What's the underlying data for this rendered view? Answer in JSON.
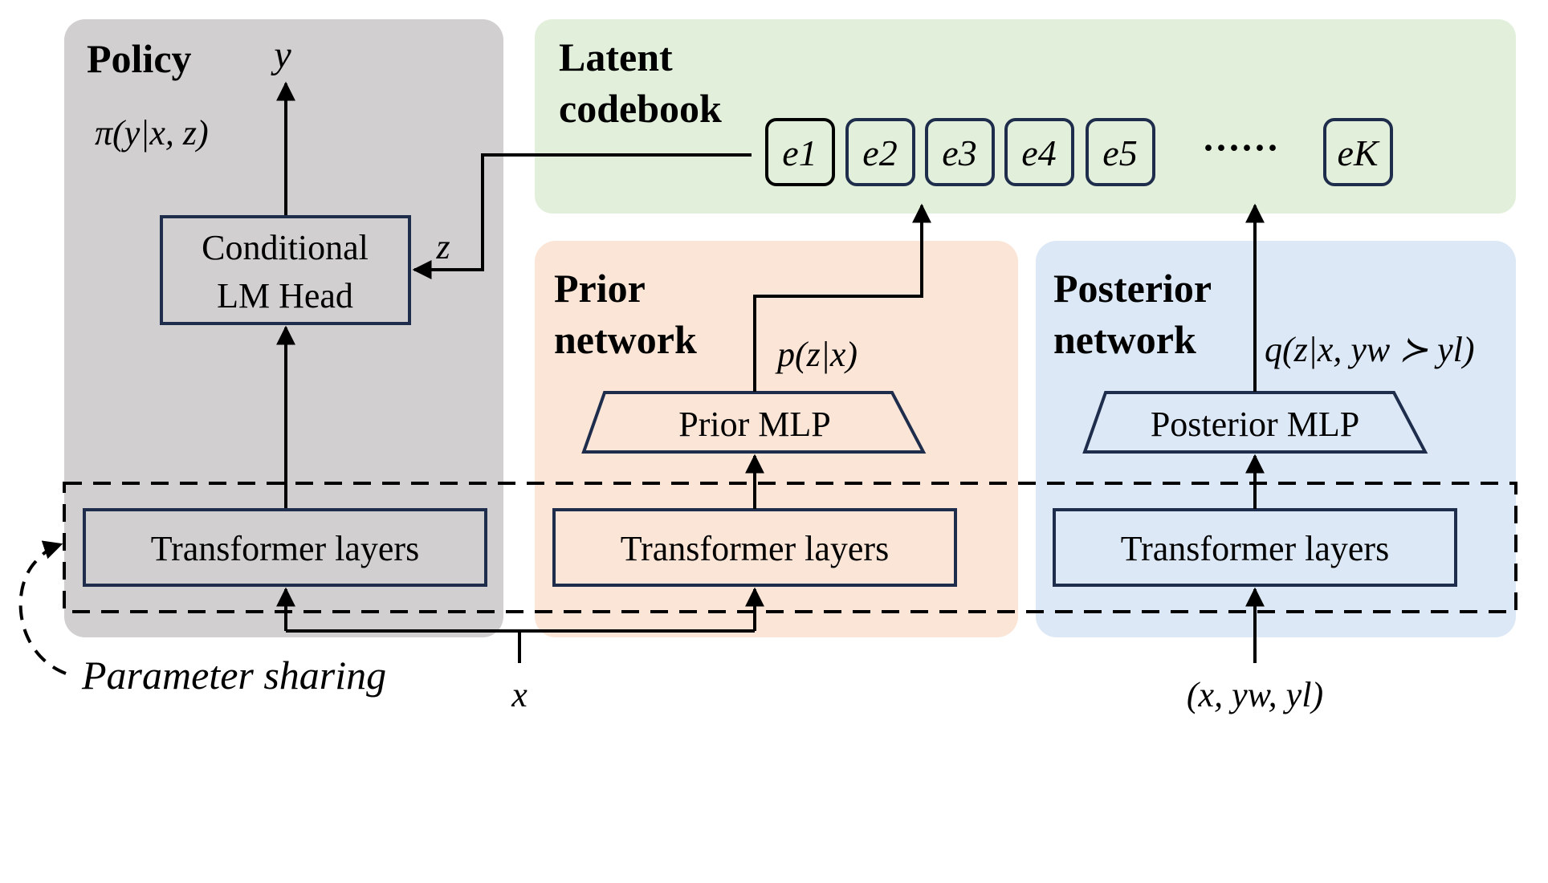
{
  "policy": {
    "title": "Policy",
    "output_y": "y",
    "pi_label": "π(y|x, z)",
    "head_line1": "Conditional",
    "head_line2": "LM Head",
    "z_label": "z",
    "transformer": "Transformer layers"
  },
  "codebook": {
    "title_line1": "Latent",
    "title_line2": "codebook",
    "entries": [
      "e1",
      "e2",
      "e3",
      "e4",
      "e5"
    ],
    "ellipsis": "······",
    "last_entry": "eK"
  },
  "prior": {
    "title_line1": "Prior",
    "title_line2": "network",
    "dist_label": "p(z|x)",
    "mlp": "Prior MLP",
    "transformer": "Transformer layers"
  },
  "posterior": {
    "title_line1": "Posterior",
    "title_line2": "network",
    "dist_label": "q(z|x, yw ≻ yl)",
    "mlp": "Posterior MLP",
    "transformer": "Transformer layers",
    "input_label": "(x, yw, yl)"
  },
  "sharing": {
    "label": "Parameter sharing"
  },
  "input_x": "x",
  "colors": {
    "policy_bg": "#d1cfd0",
    "codebook_bg": "#e2efda",
    "prior_bg": "#fbe5d6",
    "posterior_bg": "#dce8f5",
    "box_stroke": "#1f2d4d",
    "arrow": "#000000"
  }
}
